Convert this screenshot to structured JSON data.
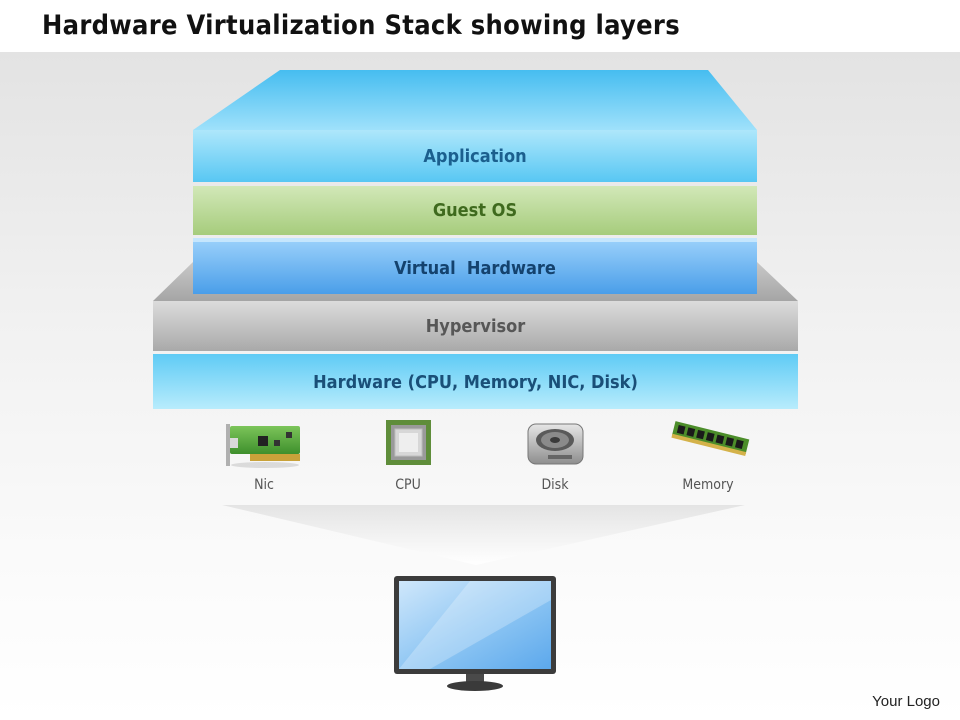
{
  "title": "Hardware Virtualization Stack showing layers",
  "layers": [
    {
      "label": "Application",
      "color": "#6fd0f5"
    },
    {
      "label": "Guest OS",
      "color": "#b3d490"
    },
    {
      "label": "Virtual  Hardware",
      "color": "#5aaef0"
    },
    {
      "label": "Hypervisor",
      "color": "#b8b8b8"
    },
    {
      "label": "Hardware (CPU, Memory, NIC, Disk)",
      "color": "#7dd6f7"
    }
  ],
  "components": [
    {
      "label": "Nic",
      "icon": "nic-card-icon"
    },
    {
      "label": "CPU",
      "icon": "cpu-chip-icon"
    },
    {
      "label": "Disk",
      "icon": "hard-disk-icon"
    },
    {
      "label": "Memory",
      "icon": "memory-stick-icon"
    }
  ],
  "monitor_icon": "monitor-icon",
  "logo": "Your Logo"
}
